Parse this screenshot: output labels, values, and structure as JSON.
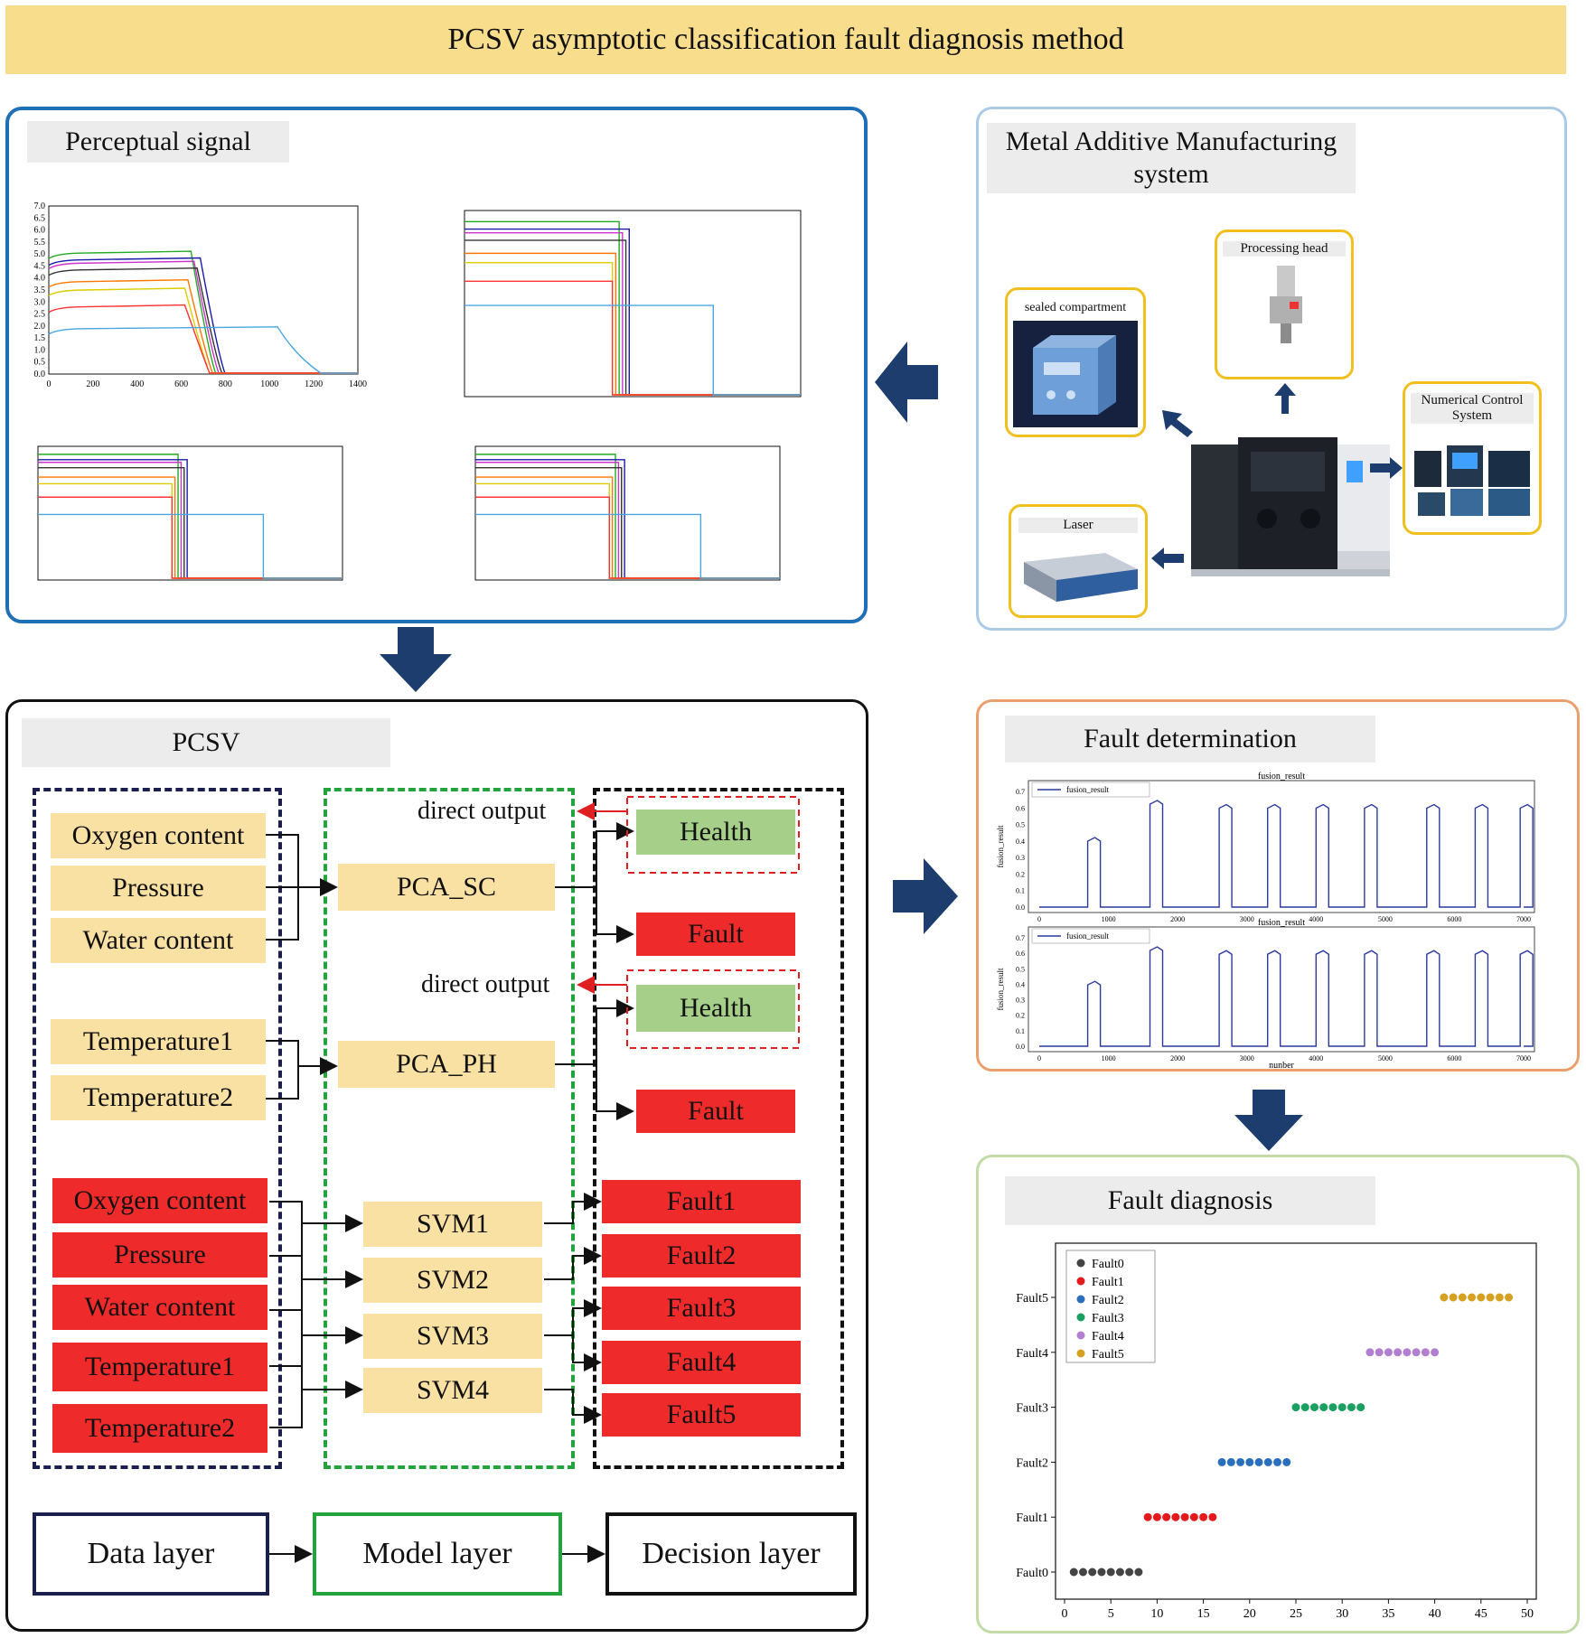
{
  "title": "PCSV asymptotic classification fault diagnosis method",
  "perceptual": {
    "label": "Perceptual signal",
    "y_ticks": [
      "7.0",
      "6.5",
      "6.0",
      "5.5",
      "5.0",
      "4.5",
      "4.0",
      "3.5",
      "3.0",
      "2.5",
      "2.0",
      "1.5",
      "1.0",
      "0.5",
      "0.0"
    ],
    "x_ticks": [
      "0",
      "200",
      "400",
      "600",
      "800",
      "1000",
      "1200",
      "1400"
    ]
  },
  "system": {
    "label": "Metal Additive Manufacturing system",
    "components": {
      "processing_head": "Processing head",
      "sealed": "sealed compartment",
      "numerical": "Numerical Control System",
      "laser": "Laser"
    }
  },
  "pcsv": {
    "label": "PCSV",
    "inputs_a": [
      "Oxygen content",
      "Pressure",
      "Water content"
    ],
    "inputs_b": [
      "Temperature1",
      "Temperature2"
    ],
    "inputs_c": [
      "Oxygen content",
      "Pressure",
      "Water content",
      "Temperature1",
      "Temperature2"
    ],
    "models_pca": [
      "PCA_SC",
      "PCA_PH"
    ],
    "models_svm": [
      "SVM1",
      "SVM2",
      "SVM3",
      "SVM4"
    ],
    "direct_output": "direct output",
    "health": "Health",
    "fault": "Fault",
    "faults": [
      "Fault1",
      "Fault2",
      "Fault3",
      "Fault4",
      "Fault5"
    ],
    "layers": [
      "Data layer",
      "Model layer",
      "Decision layer"
    ]
  },
  "determination": {
    "label": "Fault determination",
    "plot_title": "fusion_result",
    "legend": "fusion_result",
    "ylabel": "fusion_result",
    "xlabel": "nunber",
    "y_ticks": [
      "0.7",
      "0.6",
      "0.5",
      "0.4",
      "0.3",
      "0.2",
      "0.1",
      "0.0"
    ],
    "x_ticks": [
      "0",
      "1000",
      "2000",
      "3000",
      "4000",
      "5000",
      "6000",
      "7000"
    ]
  },
  "diagnosis": {
    "label": "Fault diagnosis"
  },
  "chart_data": {
    "type": "scatter",
    "x_ticks": [
      "0",
      "5",
      "10",
      "15",
      "20",
      "25",
      "30",
      "35",
      "40",
      "45",
      "50"
    ],
    "y_categories": [
      "Fault0",
      "Fault1",
      "Fault2",
      "Fault3",
      "Fault4",
      "Fault5"
    ],
    "xlim": [
      0,
      50
    ],
    "legend_position": "top-left",
    "series": [
      {
        "name": "Fault0",
        "color": "#444444",
        "level": 0,
        "x": [
          1,
          2,
          3,
          4,
          5,
          6,
          7,
          8
        ]
      },
      {
        "name": "Fault1",
        "color": "#e41a1c",
        "level": 1,
        "x": [
          9,
          10,
          11,
          12,
          13,
          14,
          15,
          16
        ]
      },
      {
        "name": "Fault2",
        "color": "#2a6fbd",
        "level": 2,
        "x": [
          17,
          18,
          19,
          20,
          21,
          22,
          23,
          24
        ]
      },
      {
        "name": "Fault3",
        "color": "#1aa060",
        "level": 3,
        "x": [
          25,
          26,
          27,
          28,
          29,
          30,
          31,
          32
        ]
      },
      {
        "name": "Fault4",
        "color": "#b27fd0",
        "level": 4,
        "x": [
          33,
          34,
          35,
          36,
          37,
          38,
          39,
          40
        ]
      },
      {
        "name": "Fault5",
        "color": "#d6a020",
        "level": 5,
        "x": [
          41,
          42,
          43,
          44,
          45,
          46,
          47,
          48
        ]
      }
    ]
  }
}
